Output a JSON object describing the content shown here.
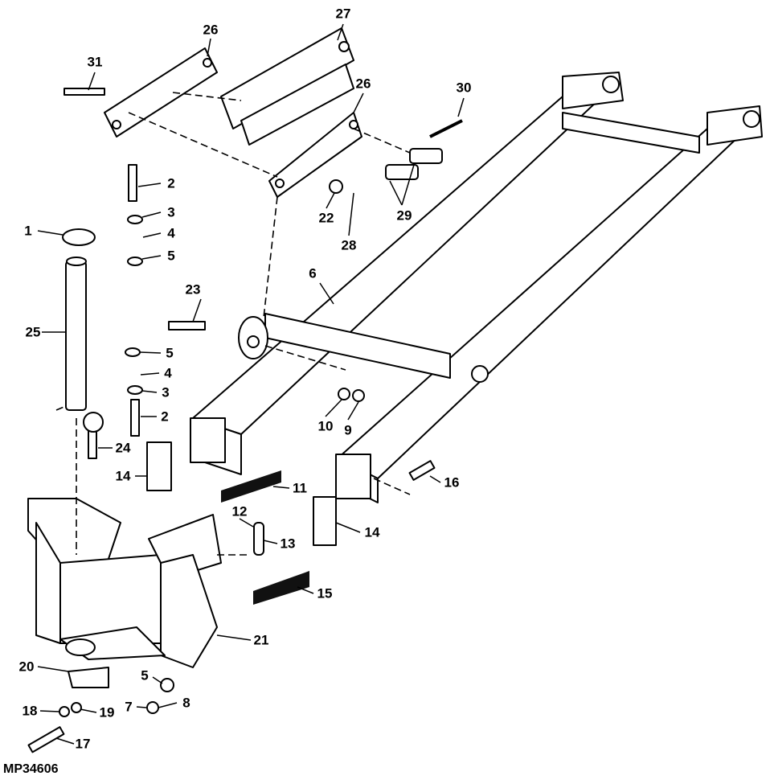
{
  "figure_id": "MP34606",
  "callouts": [
    "31",
    "26",
    "27",
    "26",
    "30",
    "2",
    "3",
    "4",
    "5",
    "1",
    "22",
    "29",
    "28",
    "6",
    "23",
    "25",
    "5",
    "4",
    "3",
    "2",
    "10",
    "9",
    "24",
    "14",
    "11",
    "16",
    "12",
    "13",
    "14",
    "15",
    "21",
    "20",
    "5",
    "8",
    "7",
    "18",
    "19",
    "17"
  ]
}
